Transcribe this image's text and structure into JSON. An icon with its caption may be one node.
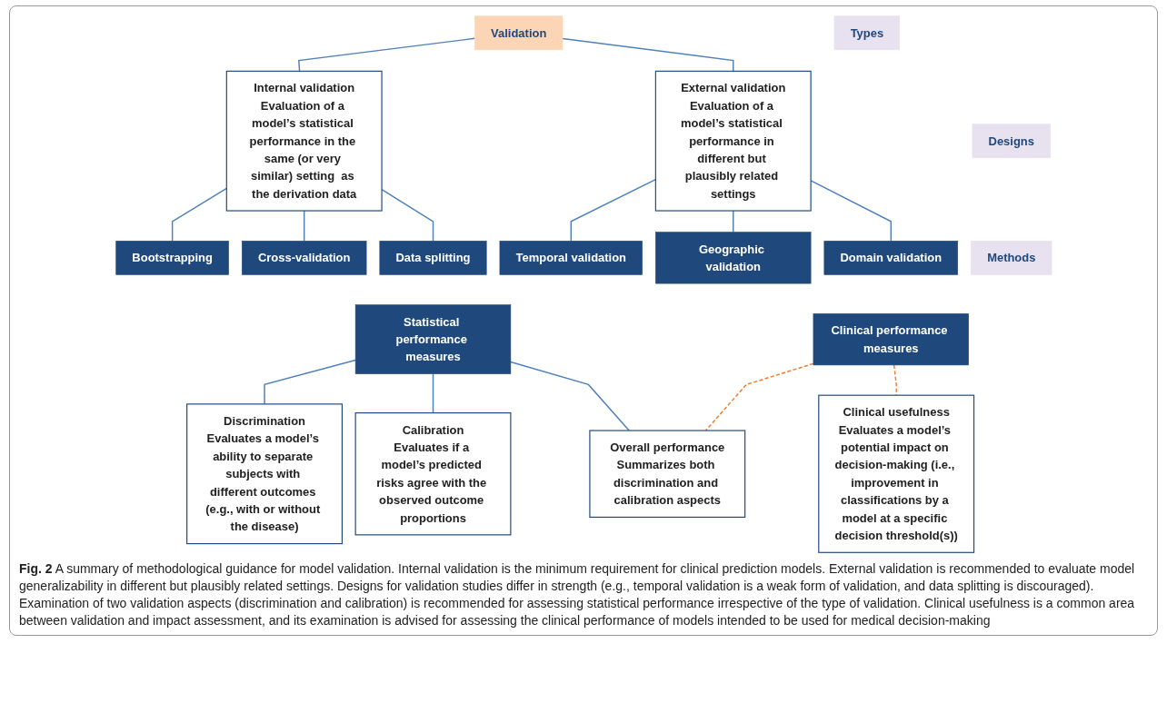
{
  "diagram": {
    "nodes": [
      {
        "text": [
          "Validation"
        ]
      },
      {
        "text": [
          "Types"
        ]
      },
      {
        "text": [
          "Internal validation",
          "Evaluation of a model’s statistical performance in the same (or very similar) setting  as the derivation data"
        ]
      },
      {
        "text": [
          "External validation",
          "Evaluation of a model’s statistical performance in different but plausibly related settings"
        ]
      },
      {
        "text": [
          "Designs"
        ]
      },
      {
        "text": [
          "Bootstrapping"
        ]
      },
      {
        "text": [
          "Cross-validation"
        ]
      },
      {
        "text": [
          "Data splitting"
        ]
      },
      {
        "text": [
          "Temporal validation"
        ]
      },
      {
        "text": [
          "Geographic validation"
        ]
      },
      {
        "text": [
          "Domain validation"
        ]
      },
      {
        "text": [
          "Methods"
        ]
      },
      {
        "text": [
          "Statistical performance measures"
        ]
      },
      {
        "text": [
          "Clinical performance measures"
        ]
      },
      {
        "text": [
          "Discrimination",
          "Evaluates a model’s ability to separate subjects with different outcomes (e.g., with or without the disease)"
        ]
      },
      {
        "text": [
          "Calibration",
          "Evaluates if a model’s predicted risks agree with the observed outcome proportions"
        ]
      },
      {
        "text": [
          "Overall performance",
          "Summarizes both discrimination and calibration aspects"
        ]
      },
      {
        "text": [
          "Clinical usefulness",
          "Evaluates a model’s potential impact on decision-making (i.e., improvement in classifications by a model at a specific decision threshold(s))"
        ]
      }
    ],
    "edges": [
      {
        "from": 0,
        "to": 2,
        "arrow": "none"
      },
      {
        "from": 0,
        "to": 3,
        "arrow": "none"
      },
      {
        "from": 2,
        "to": 5,
        "arrow": "none"
      },
      {
        "from": 2,
        "to": 6,
        "arrow": "none"
      },
      {
        "from": 2,
        "to": 7,
        "arrow": "none"
      },
      {
        "from": 3,
        "to": 8,
        "arrow": "none"
      },
      {
        "from": 3,
        "to": 9,
        "arrow": "none"
      },
      {
        "from": 3,
        "to": 10,
        "arrow": "none"
      },
      {
        "from": 12,
        "to": 14,
        "arrow": "none"
      },
      {
        "from": 12,
        "to": 15,
        "arrow": "none"
      },
      {
        "from": 12,
        "to": 16,
        "arrow": "none"
      },
      {
        "from": 13,
        "to": 17,
        "arrow": "none",
        "style": "dashed",
        "color": "#ed7d31"
      },
      {
        "from": 13,
        "to": 16,
        "arrow": "none",
        "style": "dashed",
        "color": "#ed7d31"
      }
    ],
    "caption": "**Fig. 2**  A summary of methodological guidance for model validation. Internal validation is the minimum requirement for clinical prediction models. External validation is recommended to evaluate model generalizability in different but plausibly related settings. Designs for validation studies differ in strength (e.g., temporal validation is a weak form of validation, and data splitting is discouraged). Examination of two validation aspects (discrimination and calibration) is recommended for assessing statistical performance irrespective of the type of validation. Clinical usefulness is a common area between validation and impact assessment, and its examination is advised for assessing the clinical performance of models intended to be used for medical decision-making"
  }
}
